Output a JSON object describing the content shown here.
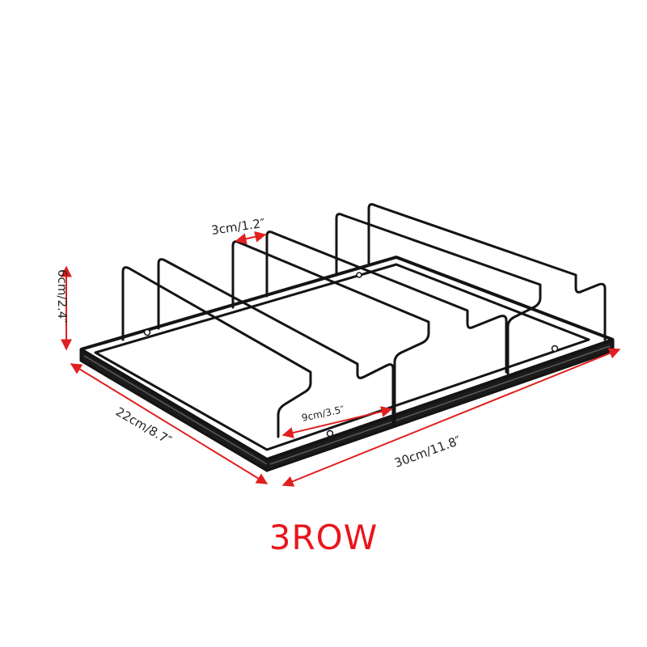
{
  "dimensions": {
    "gap": "3cm/1.2″",
    "height": "6cm/2.4″",
    "depth": "22cm/8.7″",
    "slot": "9cm/3.5″",
    "width": "30cm/11.8″"
  },
  "caption": "3ROW",
  "colors": {
    "caption": "#e8161b",
    "arrow": "#e02020",
    "frame": "#141414",
    "frame_highlight": "#5a5a5a"
  }
}
